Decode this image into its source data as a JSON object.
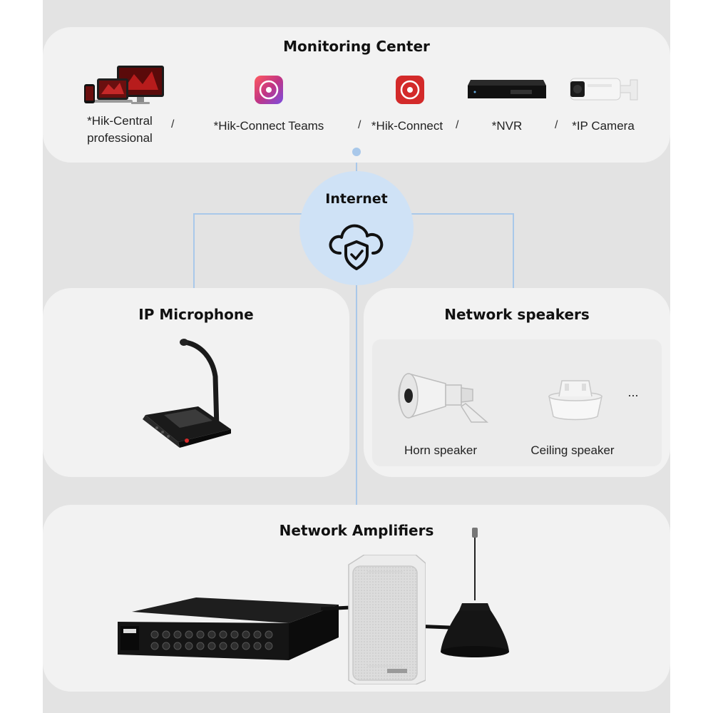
{
  "monitoring_center": {
    "title": "Monitoring Center",
    "items": [
      {
        "label_line1": "*Hik-Central",
        "label_line2": "professional"
      },
      {
        "label": "*Hik-Connect Teams"
      },
      {
        "label": "*Hik-Connect"
      },
      {
        "label": "*NVR"
      },
      {
        "label": "*IP Camera"
      }
    ],
    "separator": "/"
  },
  "internet": {
    "title": "Internet",
    "icon": "cloud-shield-icon"
  },
  "ip_microphone": {
    "title": "IP Microphone"
  },
  "network_speakers": {
    "title": "Network speakers",
    "items": [
      {
        "label": "Horn speaker"
      },
      {
        "label": "Ceiling speaker"
      }
    ],
    "more": "..."
  },
  "network_amplifiers": {
    "title": "Network Amplifiers"
  },
  "colors": {
    "line": "#a9c8ea",
    "internet_circle": "#cfe2f6",
    "panel": "#f2f2f2",
    "background": "#e3e3e3",
    "brand_red": "#d32a2a"
  }
}
